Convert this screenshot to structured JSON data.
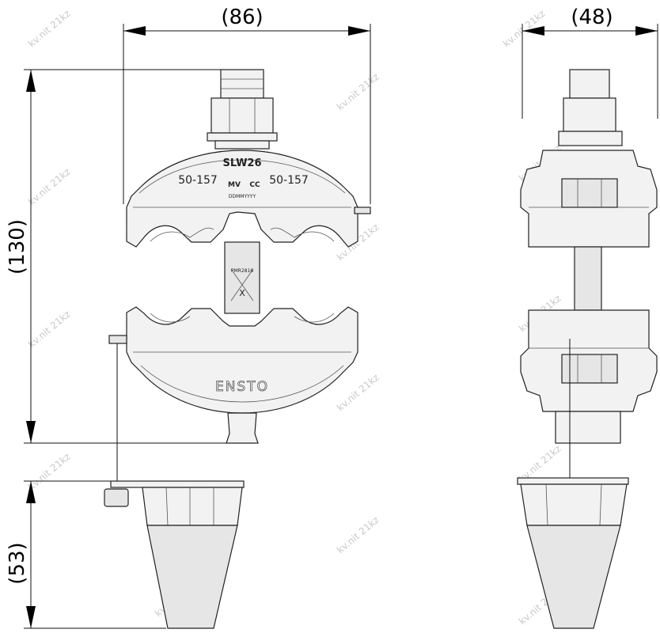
{
  "dimensions": {
    "width_front": "(86)",
    "width_side": "(48)",
    "height_body": "(130)",
    "height_cap": "(53)"
  },
  "labels": {
    "model": "SLW26",
    "range_left": "50-157",
    "range_right": "50-157",
    "mv": "MV",
    "cc": "CC",
    "date_code": "DDMMYYYY",
    "part_code": "PMR2816",
    "x_mark": "X",
    "brand": "ENSTO"
  },
  "watermark": "kv.nit 21kz"
}
